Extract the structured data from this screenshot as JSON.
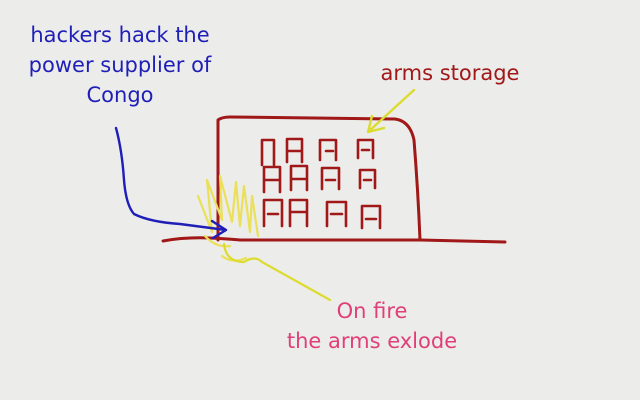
{
  "annotations": {
    "hackers": {
      "lines": [
        "hackers hack the",
        "power supplier of",
        "Congo"
      ],
      "color": "#1f1fb8"
    },
    "arms_storage": {
      "text": "arms storage",
      "color": "#a01818"
    },
    "on_fire": {
      "lines": [
        "On fire",
        "the arms exlode"
      ],
      "color": "#e0407a"
    }
  },
  "colors": {
    "background": "#ececea",
    "building": "#a01818",
    "fire": "#eae05a",
    "arrow_blue": "#1f1fb8",
    "arrow_yellow": "#dcdc30"
  }
}
